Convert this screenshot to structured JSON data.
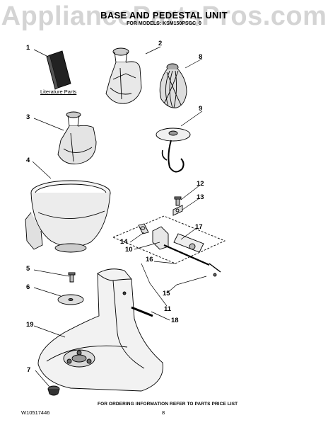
{
  "watermark": "AppliancePartsPros.com",
  "header": {
    "title": "BASE AND PEDESTAL UNIT",
    "subtitle": "FOR MODELS: KSM150PSGC_0"
  },
  "literature_label": "Literature Parts",
  "callouts": {
    "c1": "1",
    "c2": "2",
    "c3": "3",
    "c4": "4",
    "c5": "5",
    "c6": "6",
    "c7": "7",
    "c8": "8",
    "c9": "9",
    "c10": "10",
    "c11": "11",
    "c12": "12",
    "c13": "13",
    "c14": "14",
    "c15": "15",
    "c16": "16",
    "c17": "17",
    "c18": "18",
    "c19": "19"
  },
  "footer": {
    "doc_number": "W10517446",
    "page_number": "8",
    "note": "FOR ORDERING INFORMATION REFER TO PARTS PRICE LIST"
  }
}
